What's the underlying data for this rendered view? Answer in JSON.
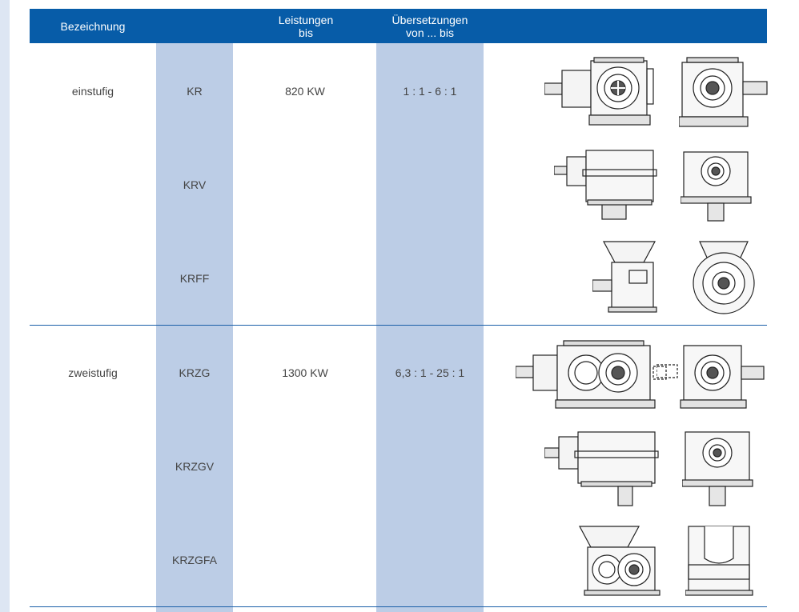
{
  "header": {
    "bezeichnung": "Bezeichnung",
    "leistungen_line1": "Leistungen",
    "leistungen_line2": "bis",
    "uebersetzungen_line1": "Übersetzungen",
    "uebersetzungen_line2": "von ... bis"
  },
  "groups": [
    {
      "bezeichnung": "einstufig",
      "leistung": "820 KW",
      "uebersetzung": "1 : 1 - 6 : 1",
      "types": [
        "KR",
        "KRV",
        "KRFF"
      ]
    },
    {
      "bezeichnung": "zweistufig",
      "leistung": "1300 KW",
      "uebersetzung": "6,3 : 1 - 25 : 1",
      "types": [
        "KRZG",
        "KRZGV",
        "KRZGFA"
      ]
    }
  ],
  "colors": {
    "header_bg": "#075ca8",
    "column_band": "#bccde6",
    "page_bg": "#dde6f3"
  }
}
